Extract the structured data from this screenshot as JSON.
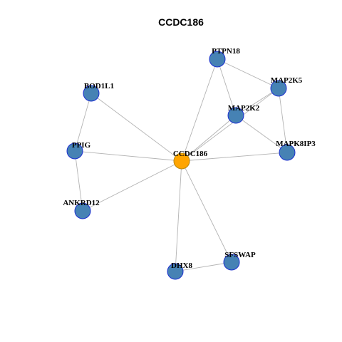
{
  "title": "CCDC186",
  "colors": {
    "center_fill": "#FFA500",
    "center_stroke": "#B8860B",
    "node_fill": "#4682B4",
    "node_stroke": "#1C2FD1",
    "edge": "#B3B3B3"
  },
  "nodes": [
    {
      "id": "CCDC186",
      "label": "CCDC186",
      "center": true
    },
    {
      "id": "PTPN18",
      "label": "PTPN18",
      "center": false
    },
    {
      "id": "MAP2K5",
      "label": "MAP2K5",
      "center": false
    },
    {
      "id": "MAP2K2",
      "label": "MAP2K2",
      "center": false
    },
    {
      "id": "MAPK8IP3",
      "label": "MAPK8IP3",
      "center": false
    },
    {
      "id": "BOD1L1",
      "label": "BOD1L1",
      "center": false
    },
    {
      "id": "PPIG",
      "label": "PPIG",
      "center": false
    },
    {
      "id": "ANKRD12",
      "label": "ANKRD12",
      "center": false
    },
    {
      "id": "DHX8",
      "label": "DHX8",
      "center": false
    },
    {
      "id": "SFSWAP",
      "label": "SFSWAP",
      "center": false
    }
  ],
  "edges": [
    [
      "CCDC186",
      "PTPN18"
    ],
    [
      "CCDC186",
      "MAP2K2"
    ],
    [
      "CCDC186",
      "MAPK8IP3"
    ],
    [
      "CCDC186",
      "BOD1L1"
    ],
    [
      "CCDC186",
      "PPIG"
    ],
    [
      "CCDC186",
      "ANKRD12"
    ],
    [
      "CCDC186",
      "DHX8"
    ],
    [
      "CCDC186",
      "SFSWAP"
    ],
    [
      "CCDC186",
      "MAP2K5"
    ],
    [
      "PTPN18",
      "MAP2K5"
    ],
    [
      "PTPN18",
      "MAP2K2"
    ],
    [
      "MAP2K5",
      "MAP2K2"
    ],
    [
      "MAP2K5",
      "MAPK8IP3"
    ],
    [
      "MAP2K2",
      "MAPK8IP3"
    ],
    [
      "BOD1L1",
      "PPIG"
    ],
    [
      "PPIG",
      "ANKRD12"
    ],
    [
      "DHX8",
      "SFSWAP"
    ]
  ]
}
